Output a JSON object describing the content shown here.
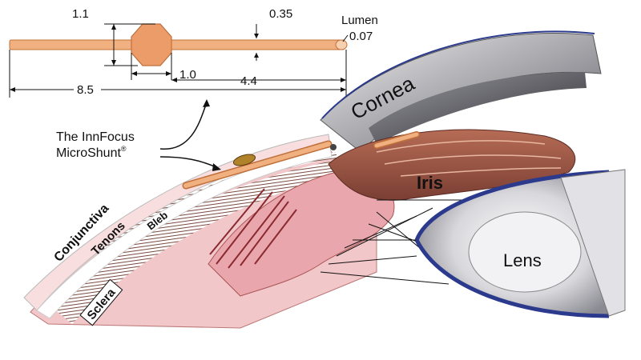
{
  "dimensions": {
    "d1_1": "1.1",
    "d0_35": "0.35",
    "lumen": "Lumen",
    "d0_07": "0.07",
    "d1_0": "1.0",
    "d8_5": "8.5",
    "d4_4": "4.4"
  },
  "caption": {
    "line1": "The InnFocus",
    "line2": "MicroShunt",
    "registered": "®"
  },
  "labels": {
    "cornea": "Cornea",
    "iris": "Iris",
    "lens": "Lens",
    "conjunctiva": "Conjunctiva",
    "tenons": "Tenons",
    "bleb": "Bleb",
    "sclera": "Sclera"
  },
  "colors": {
    "shunt": "#f0b080",
    "shunt_outline": "#c0703a",
    "tissue": "#f2c7c9",
    "sclera_hatch": "#7a4a40",
    "iris": "#9a5a4a",
    "cornea_grey": "#bfbfc4",
    "lens_rim": "#2b3a8c"
  }
}
